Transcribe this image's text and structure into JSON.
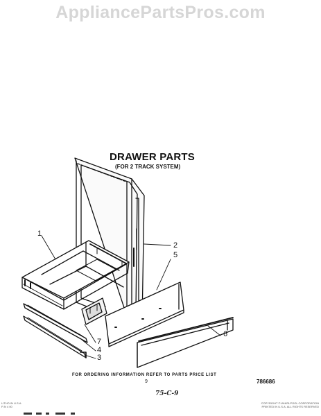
{
  "watermark": "AppliancePartsPros.com",
  "diagram": {
    "title": "DRAWER PARTS",
    "subtitle": "(FOR 2 TRACK SYSTEM)",
    "callouts": {
      "c1": "1",
      "c2": "2",
      "c5": "5",
      "c6": "6",
      "c7": "7",
      "c4": "4",
      "c3": "3"
    },
    "order_note": "FOR ORDERING INFORMATION REFER TO PARTS PRICE LIST",
    "page_number": "9",
    "doc_number": "786686",
    "handwritten": "75-C-9",
    "footer_left": [
      "LITHO IN U.S.A.",
      "P-N 4  00"
    ],
    "footer_right": [
      "COPYRIGHT © WHIRLPOOL CORPORATION",
      "PRINTED IN U.S.A. ALL RIGHTS RESERVED"
    ]
  },
  "colors": {
    "ink": "#111111",
    "watermark": "#d6d6d6"
  }
}
